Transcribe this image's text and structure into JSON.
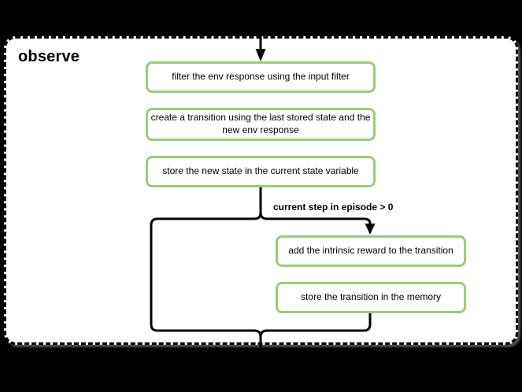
{
  "panel": {
    "title": "observe",
    "background_color": "#ffffff",
    "page_background": "#000000",
    "border_style": "dashed",
    "border_color": "#000000"
  },
  "colors": {
    "node_border": "#9BCD77",
    "node_fill": "#ffffff",
    "edge": "#000000",
    "text": "#000000"
  },
  "nodes": [
    {
      "id": "filter-env-response",
      "label": "filter the env response using the input filter"
    },
    {
      "id": "create-transition",
      "label": "create a transition using the last stored state and the new env response"
    },
    {
      "id": "store-new-state",
      "label": "store the new state in the current state variable"
    },
    {
      "id": "add-intrinsic-reward",
      "label": "add the intrinsic reward to the transition"
    },
    {
      "id": "store-transition",
      "label": "store the transition in the memory"
    }
  ],
  "branch": {
    "condition_label": "current step in episode > 0"
  }
}
